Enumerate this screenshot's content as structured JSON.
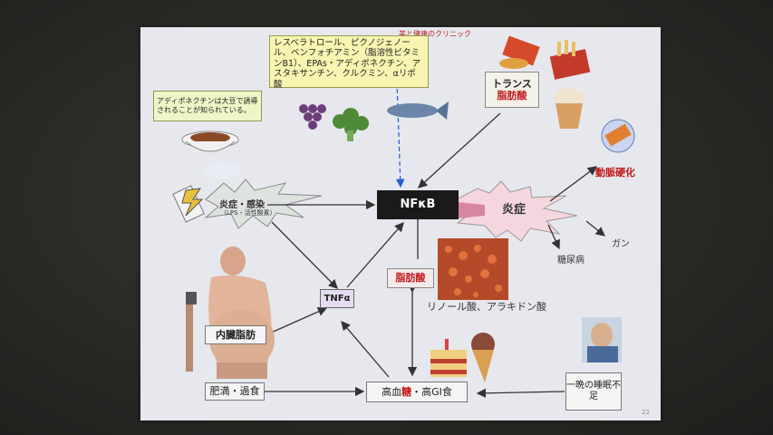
{
  "clinic": "美と健康のクリニック",
  "nutrients": "レスベラトロール、ピクノジェノール、ベンフォチアミン（脂溶性ビタミンB1）、EPAs・アディポネクチン、アスタキサンチン、クルクミン、αリポ酸",
  "note": "アディポネクチンは大豆で誘導されることが知られている。",
  "trans": [
    "トランス",
    "脂肪酸"
  ],
  "nfkb": "NFκB",
  "infection": "炎症・感染",
  "infection_sub": "（LPS・活性酸素）",
  "inflammation": "炎症",
  "arterio": "動脈硬化",
  "cancer": "ガン",
  "diabetes": "糖尿病",
  "tnf": "TNFα",
  "fatty_acid": "脂肪酸",
  "linoleic": "リノール酸、アラキドン酸",
  "visceral": "内臓脂肪",
  "obesity": "肥満・過食",
  "highsugar": {
    "pre": "高血",
    "hl": "糖",
    "post": "・高GI食"
  },
  "sleep": "一晩の睡眠不足",
  "page": "22"
}
